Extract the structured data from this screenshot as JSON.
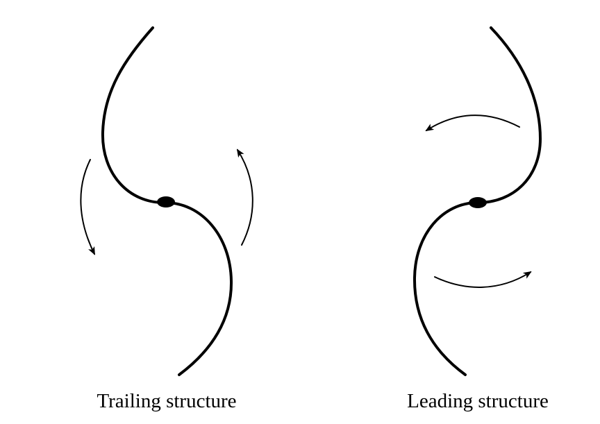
{
  "colors": {
    "ink": "#000000",
    "background": "#ffffff"
  },
  "panels": [
    {
      "id": "trailing",
      "caption": "Trailing structure"
    },
    {
      "id": "leading",
      "caption": "Leading structure"
    }
  ]
}
